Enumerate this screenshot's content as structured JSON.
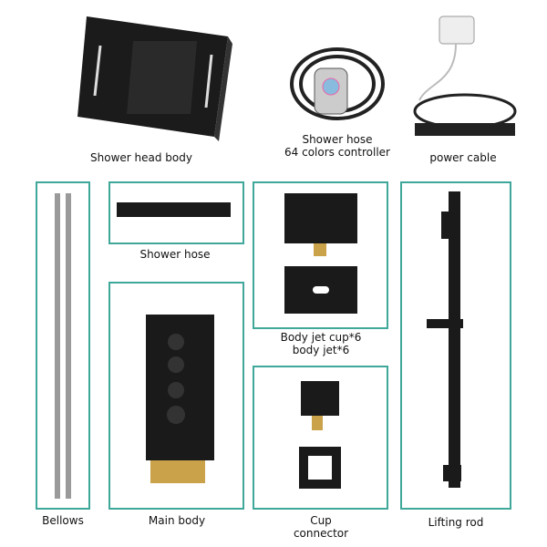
{
  "colors": {
    "frame": "#3fa89a",
    "product": "#1a1a1a",
    "brass": "#c9a24a",
    "steel": "#9a9a9a"
  },
  "labels": {
    "shower_head_body": "Shower head body",
    "controller_line1": "Shower hose",
    "controller_line2": "64 colors controller",
    "power_cable": "power cable",
    "bellows": "Bellows",
    "shower_hose": "Shower hose",
    "body_jet_line1": "Body jet cup*6",
    "body_jet_line2": "body jet*6",
    "main_body": "Main body",
    "cup_line1": "Cup",
    "cup_line2": "connector",
    "lifting_rod": "Lifting rod"
  }
}
